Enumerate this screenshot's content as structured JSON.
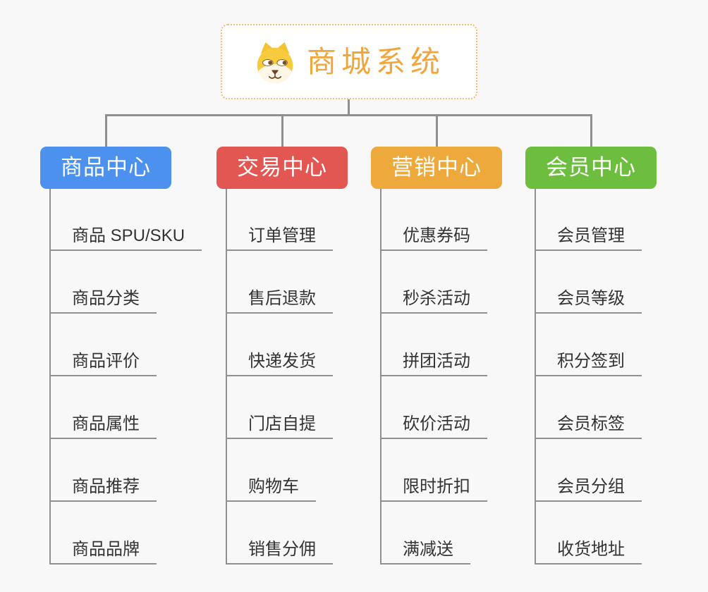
{
  "root": {
    "title": "商城系统",
    "icon": "dog-face-icon"
  },
  "branches": [
    {
      "label": "商品中心",
      "color": "#4C91EE",
      "children": [
        "商品 SPU/SKU",
        "商品分类",
        "商品评价",
        "商品属性",
        "商品推荐",
        "商品品牌"
      ]
    },
    {
      "label": "交易中心",
      "color": "#E25752",
      "children": [
        "订单管理",
        "售后退款",
        "快递发货",
        "门店自提",
        "购物车",
        "销售分佣"
      ]
    },
    {
      "label": "营销中心",
      "color": "#EEA93C",
      "children": [
        "优惠券码",
        "秒杀活动",
        "拼团活动",
        "砍价活动",
        "限时折扣",
        "满减送"
      ]
    },
    {
      "label": "会员中心",
      "color": "#6DBE3F",
      "children": [
        "会员管理",
        "会员等级",
        "积分签到",
        "会员标签",
        "会员分组",
        "收货地址"
      ]
    }
  ],
  "colors": {
    "background": "#F8F8F8",
    "connector": "#8F8F8F",
    "leaf_line": "#909090",
    "leaf_text": "#333333",
    "root_title": "#F0A63C",
    "root_border": "#F2BC6B",
    "header_text": "#FFFFFF"
  }
}
